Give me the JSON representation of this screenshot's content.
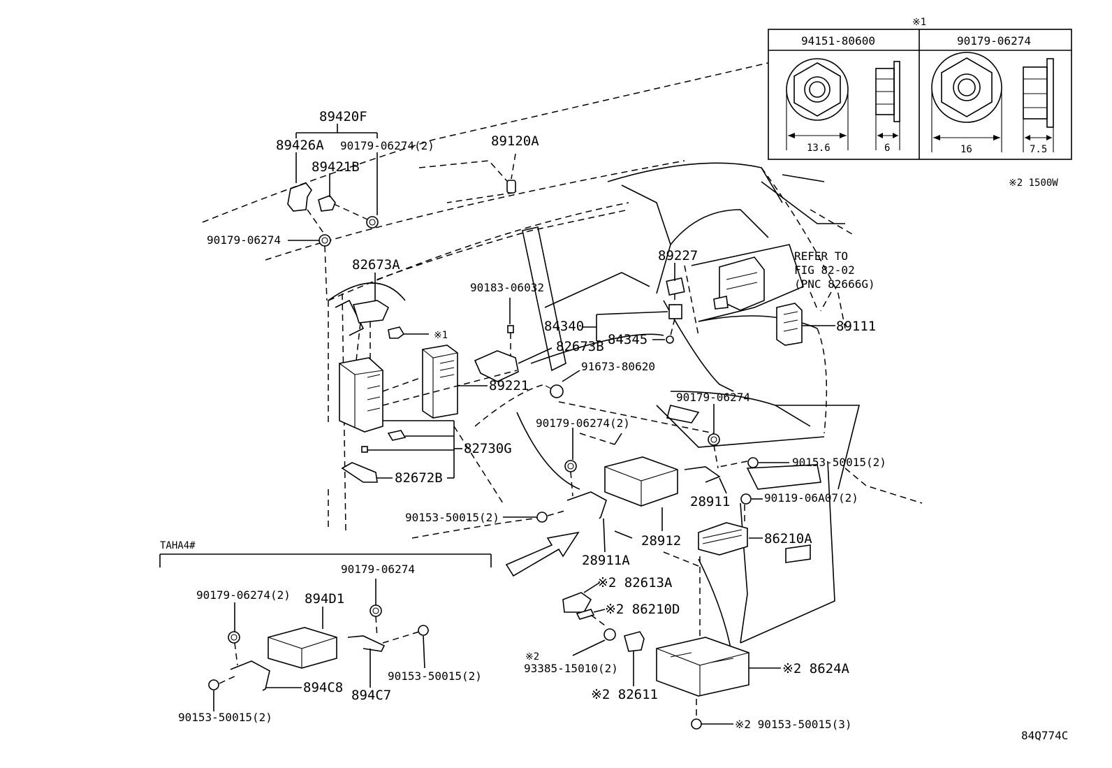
{
  "header": {
    "mark1": "※1",
    "nut_a": "94151-80600",
    "nut_b": "90179-06274",
    "dim_a_width": "13.6",
    "dim_a_thick": "6",
    "dim_b_width": "16",
    "dim_b_thick": "7.5",
    "note2": "※2 1500W"
  },
  "labels": {
    "p89420F": "89420F",
    "p89426A": "89426A",
    "p90179_06274_2_top": "90179-06274(2)",
    "p89421B": "89421B",
    "p89120A": "89120A",
    "p90179_06274_left": "90179-06274",
    "p82673A": "82673A",
    "p90183_06032": "90183-06032",
    "p89227": "89227",
    "refer1": "REFER TO",
    "refer2": "FIG 82-02",
    "refer3": "(PNC 82666G)",
    "p84340": "84340",
    "p84345": "84345",
    "p89111": "89111",
    "mark1_clip": "※1",
    "p82673B": "82673B",
    "p91673_80620": "91673-80620",
    "p89221": "89221",
    "p90179_06274_right": "90179-06274",
    "p90179_06274_2_mid": "90179-06274(2)",
    "p82730G": "82730G",
    "p90153_50015_2_right": "90153-50015(2)",
    "p82672B": "82672B",
    "p28911": "28911",
    "p90119_06A07_2": "90119-06A07(2)",
    "p90153_50015_2_mid": "90153-50015(2)",
    "p28912": "28912",
    "p86210A": "86210A",
    "p28911A": "28911A",
    "p82613A": "※2 82613A",
    "p86210D": "※2 86210D",
    "mark2_93385": "※2",
    "p93385_15010_2": "93385-15010(2)",
    "p8624A": "※2 8624A",
    "p82611": "※2 82611",
    "p90153_50015_3": "※2 90153-50015(3)",
    "diagram_code": "84Q774C"
  },
  "inset": {
    "title": "TAHA4#",
    "p90179_06274": "90179-06274",
    "p90179_06274_2": "90179-06274(2)",
    "p894D1": "894D1",
    "p90153_50015_2_r": "90153-50015(2)",
    "p894C8": "894C8",
    "p894C7": "894C7",
    "p90153_50015_2_l": "90153-50015(2)"
  }
}
